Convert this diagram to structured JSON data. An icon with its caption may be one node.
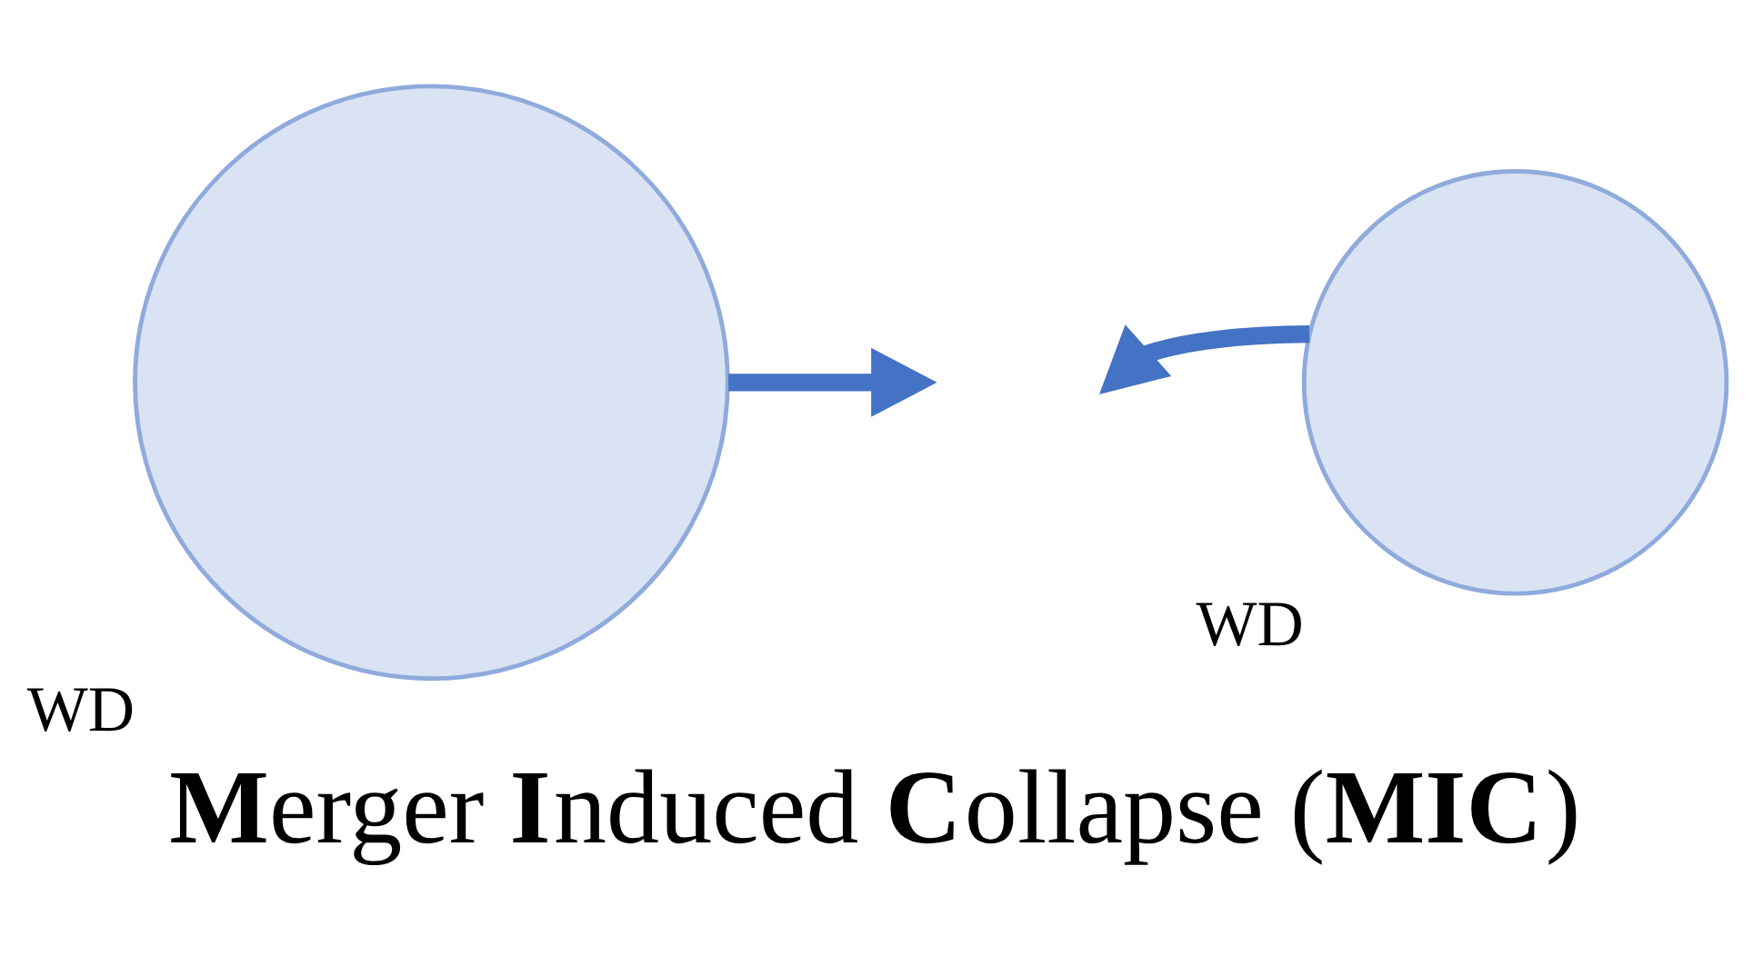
{
  "diagram": {
    "caption": "**M**erger **I**nduced **C**ollapse (**MIC**)",
    "nodes": [
      {
        "text": [
          "WD"
        ]
      },
      {
        "text": [
          "WD"
        ]
      }
    ],
    "edges": [
      {
        "from": 0,
        "to": null,
        "arrow": "to"
      },
      {
        "from": 1,
        "to": null,
        "arrow": "to"
      }
    ]
  }
}
